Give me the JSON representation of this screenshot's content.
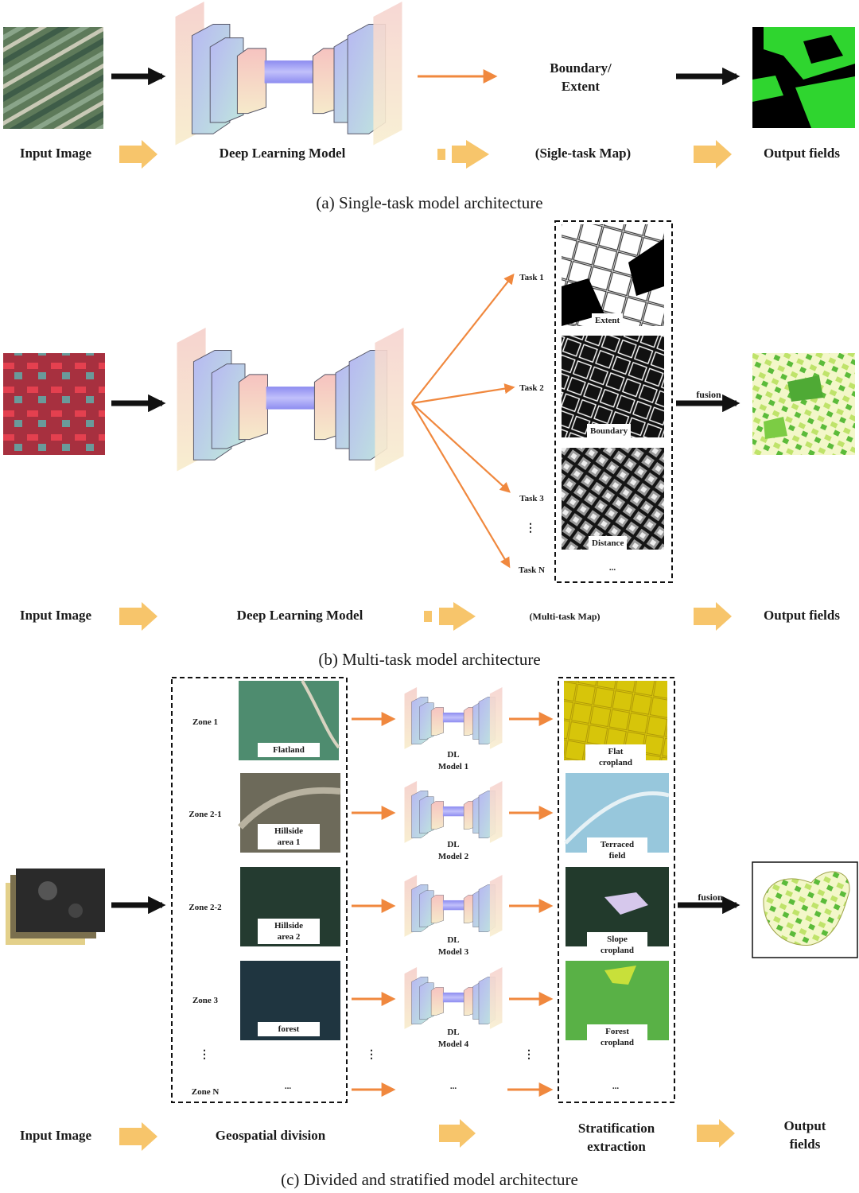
{
  "section_a": {
    "caption": "(a) Single-task model architecture",
    "labels": {
      "input": "Input Image",
      "model": "Deep Learning Model",
      "boundary_line1": "Boundary/",
      "boundary_line2": "Extent",
      "map": "(Sigle-task Map)",
      "output": "Output fields"
    }
  },
  "section_b": {
    "caption": "(b) Multi-task model architecture",
    "labels": {
      "input": "Input Image",
      "model": "Deep Learning Model",
      "map": "(Multi-task Map)",
      "output": "Output fields",
      "fusion": "fusion"
    },
    "tasks": [
      "Task 1",
      "Task 2",
      "Task 3",
      "Task N"
    ],
    "task_outputs": [
      "Extent",
      "Boundary",
      "Distance"
    ],
    "more": "..."
  },
  "section_c": {
    "caption": "(c) Divided and stratified model architecture",
    "labels": {
      "input": "Input Image",
      "division": "Geospatial division",
      "strat_line1": "Stratification",
      "strat_line2": "extraction",
      "output_line1": "Output",
      "output_line2": "fields",
      "fusion": "fusion"
    },
    "zones": [
      "Zone 1",
      "Zone 2-1",
      "Zone 2-2",
      "Zone 3",
      "Zone N"
    ],
    "zone_tiles": [
      {
        "line1": "Flatland",
        "line2": ""
      },
      {
        "line1": "Hillside",
        "line2": "area 1"
      },
      {
        "line1": "Hillside",
        "line2": "area 2"
      },
      {
        "line1": "forest",
        "line2": ""
      }
    ],
    "models": [
      {
        "line1": "DL",
        "line2": "Model 1"
      },
      {
        "line1": "DL",
        "line2": "Model 2"
      },
      {
        "line1": "DL",
        "line2": "Model 3"
      },
      {
        "line1": "DL",
        "line2": "Model 4"
      }
    ],
    "results": [
      {
        "line1": "Flat",
        "line2": "cropland"
      },
      {
        "line1": "Terraced",
        "line2": "field"
      },
      {
        "line1": "Slope",
        "line2": "cropland"
      },
      {
        "line1": "Forest",
        "line2": "cropland"
      }
    ],
    "more": "..."
  },
  "colors": {
    "orange_arrow": "#f0883e",
    "light_arrow": "#f7c56b",
    "black_arrow": "#111111",
    "field_green": "#2fd52f"
  }
}
